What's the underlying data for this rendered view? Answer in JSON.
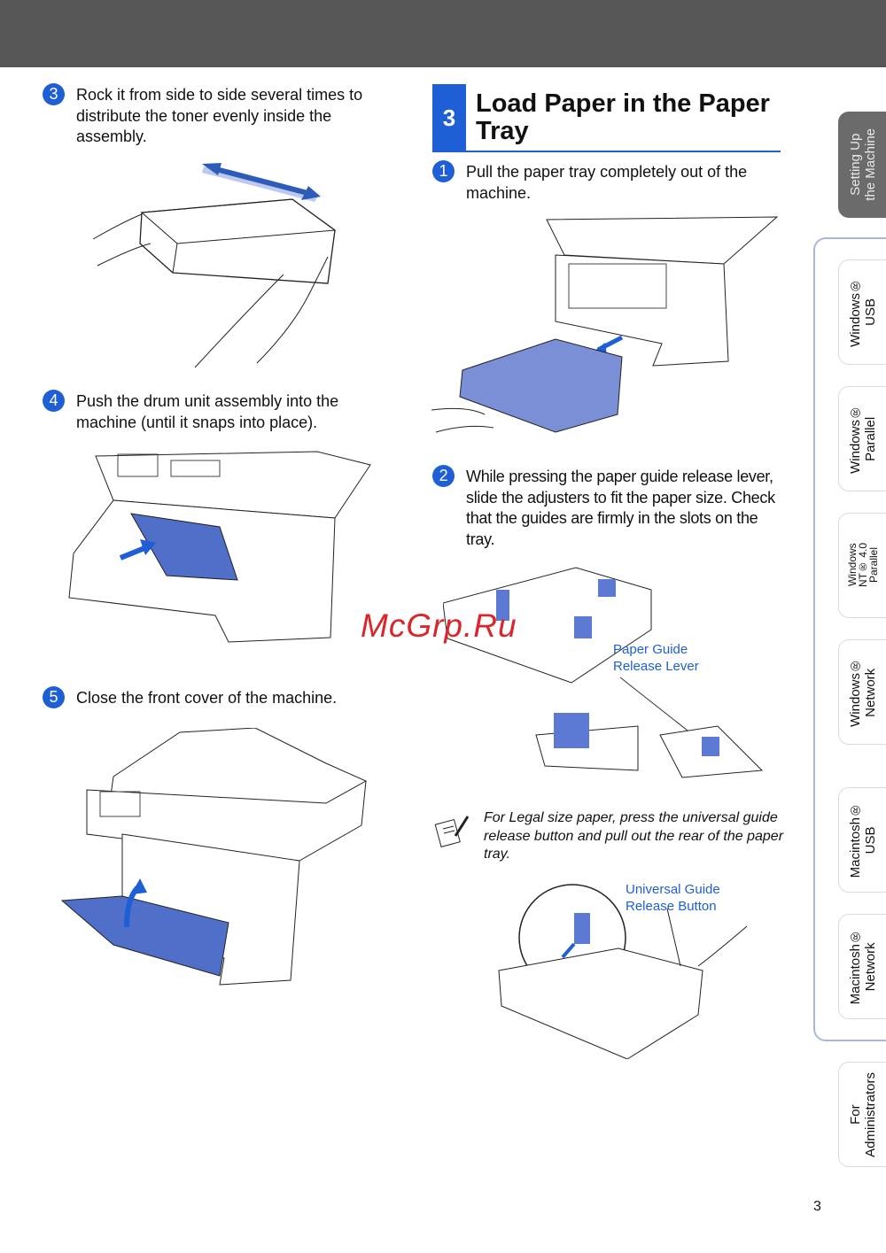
{
  "left_steps": [
    {
      "num": "3",
      "text": "Rock it from side to side several times to distribute the toner evenly inside the assembly."
    },
    {
      "num": "4",
      "text": "Push the drum unit assembly into the machine (until it snaps into place)."
    },
    {
      "num": "5",
      "text": "Close the front cover of the machine."
    }
  ],
  "section": {
    "num": "3",
    "title": "Load Paper in the Paper Tray"
  },
  "right_steps": [
    {
      "num": "1",
      "text": "Pull the paper tray completely out of the machine."
    },
    {
      "num": "2",
      "text": "While pressing the paper guide release lever, slide the adjusters to fit the paper size. Check that the guides are firmly in the slots on the tray."
    }
  ],
  "callouts": {
    "paper_guide": "Paper Guide\nRelease Lever",
    "universal_guide": "Universal Guide\nRelease Button"
  },
  "note": "For Legal size paper, press the universal guide release button and pull out the rear of the paper tray.",
  "watermark": "McGrp.Ru",
  "tabs": [
    {
      "label": "Setting Up\nthe Machine",
      "active": true
    },
    {
      "label": "Windows®\nUSB"
    },
    {
      "label": "Windows®\nParallel"
    },
    {
      "label": "Windows\nNT® 4.0\nParallel"
    },
    {
      "label": "Windows®\nNetwork"
    },
    {
      "label": "Macintosh®\nUSB"
    },
    {
      "label": "Macintosh®\nNetwork"
    },
    {
      "label": "For\nAdministrators"
    }
  ],
  "page_number": "3",
  "colors": {
    "accent": "#1e5fd6",
    "header": "#575757",
    "watermark": "#d9262a"
  }
}
